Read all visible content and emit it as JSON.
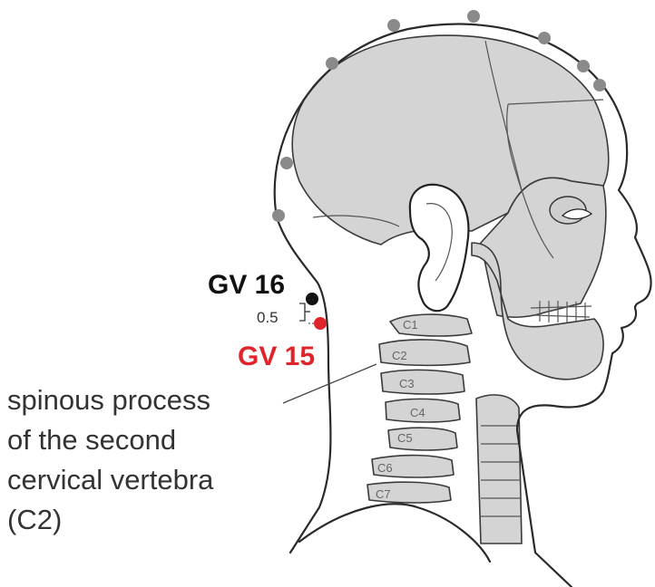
{
  "points": [
    {
      "id": "gv16",
      "label": "GV 16",
      "color": "#111111"
    },
    {
      "id": "gv15",
      "label": "GV 15",
      "color": "#e0242b"
    }
  ],
  "measurement": {
    "value": "0.5"
  },
  "caption_lines": [
    "spinous process",
    "of the second",
    "cervical vertebra",
    "(C2)"
  ],
  "vertebrae": [
    "C1",
    "C2",
    "C3",
    "C4",
    "C5",
    "C6",
    "C7"
  ],
  "colors": {
    "bone": "#d4d4d4",
    "outline": "#2a2a2a",
    "meridian_point": "#8a8a8a",
    "gv15": "#e0242b",
    "gv16": "#111111"
  }
}
